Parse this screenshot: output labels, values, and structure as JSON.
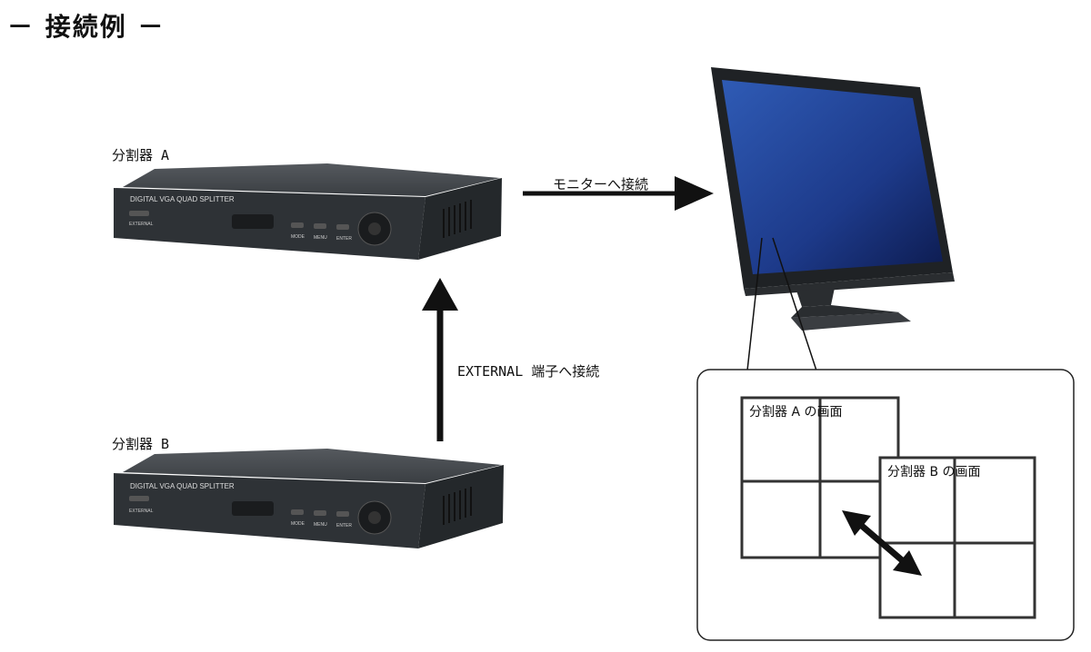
{
  "title": "－ 接続例 －",
  "splitter_a": {
    "name": "分割器 A",
    "front_label": "DIGITAL VGA QUAD SPLITTER",
    "external_label": "EXTERNAL",
    "buttons": [
      "MODE",
      "MENU",
      "ENTER"
    ]
  },
  "splitter_b": {
    "name": "分割器 B",
    "front_label": "DIGITAL VGA QUAD SPLITTER",
    "external_label": "EXTERNAL",
    "buttons": [
      "MODE",
      "MENU",
      "ENTER"
    ]
  },
  "connections": {
    "to_monitor": "モニターへ接続",
    "to_external": "EXTERNAL 端子へ接続"
  },
  "screens": {
    "screen_a": "分割器 A の画面",
    "screen_b": "分割器 B の画面"
  },
  "colors": {
    "device_body": "#2e3236",
    "device_top": "#45494e",
    "monitor_frame": "#1f2225",
    "screen_blue": "#1d3a8a",
    "arrow": "#111111"
  }
}
